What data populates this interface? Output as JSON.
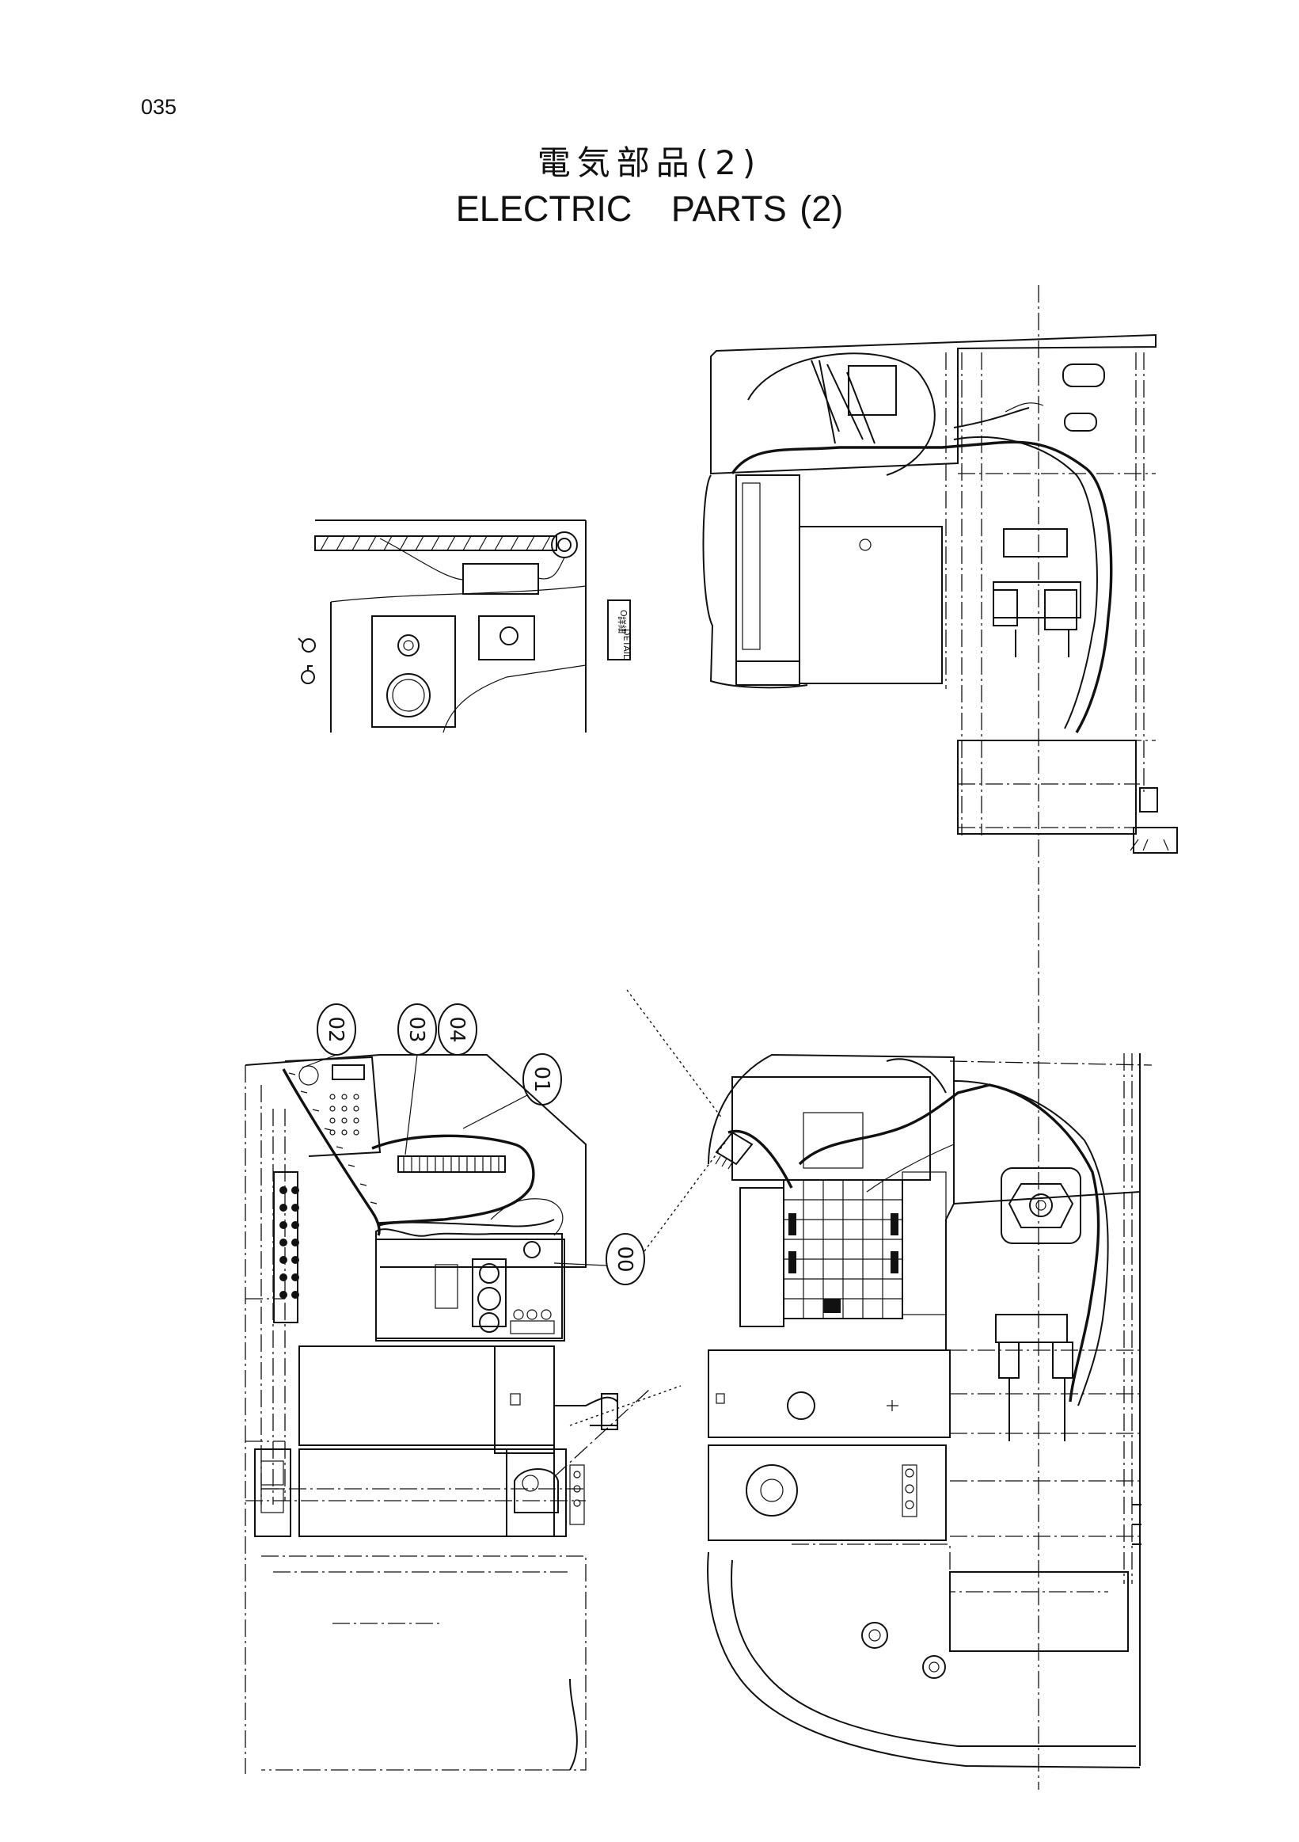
{
  "page": {
    "number": "035"
  },
  "title": {
    "jp": "電気部品(2)",
    "en": "ELECTRIC   PARTS (2)"
  },
  "callouts": [
    {
      "id": "01",
      "label": "01"
    },
    {
      "id": "02",
      "label": "02"
    },
    {
      "id": "03",
      "label": "03"
    },
    {
      "id": "04",
      "label": "04"
    },
    {
      "id": "00",
      "label": "00"
    }
  ],
  "detail_tag": {
    "jp": "詳細",
    "en": "DETAIL",
    "mark": "O"
  },
  "colors": {
    "ink": "#111111",
    "paper": "#ffffff"
  }
}
